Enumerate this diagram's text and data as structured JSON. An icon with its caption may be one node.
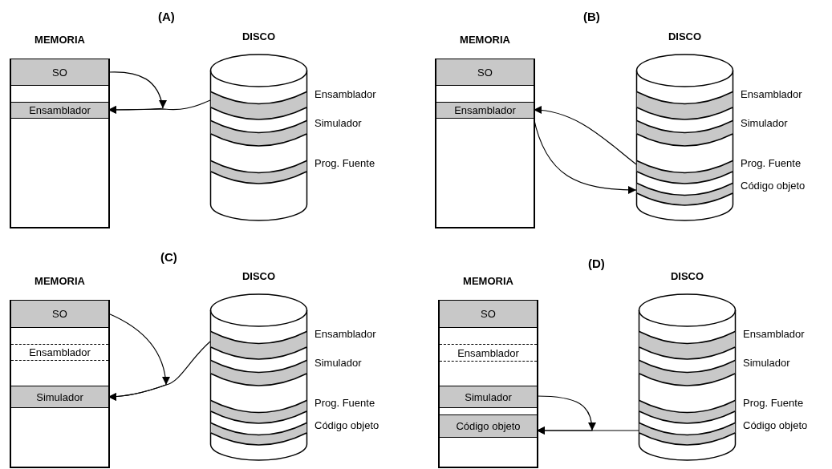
{
  "diagram": {
    "nodes": [
      {
        "text": [
          "MEMORIA"
        ]
      },
      {
        "text": [
          "SO"
        ],
        "in": 0
      },
      {
        "text": [
          "Ensamblador"
        ],
        "in": 0
      },
      {
        "text": [
          "DISCO"
        ]
      },
      {
        "text": [],
        "shape": "bar",
        "in": 3,
        "beside": [
          "Ensamblador"
        ]
      },
      {
        "text": [],
        "shape": "bar",
        "in": 3,
        "beside": [
          "Simulador"
        ]
      },
      {
        "text": [],
        "shape": "bar",
        "in": 3,
        "beside": [
          "Prog. Fuente"
        ]
      },
      {
        "text": [
          "MEMORIA"
        ]
      },
      {
        "text": [
          "SO"
        ],
        "in": 7
      },
      {
        "text": [
          "Ensamblador"
        ],
        "in": 7
      },
      {
        "text": [
          "DISCO"
        ]
      },
      {
        "text": [],
        "shape": "bar",
        "in": 10,
        "beside": [
          "Ensamblador"
        ]
      },
      {
        "text": [],
        "shape": "bar",
        "in": 10,
        "beside": [
          "Simulador"
        ]
      },
      {
        "text": [],
        "shape": "bar",
        "in": 10,
        "beside": [
          "Prog. Fuente"
        ]
      },
      {
        "text": [],
        "shape": "bar",
        "in": 10,
        "beside": [
          "Código objeto"
        ]
      },
      {
        "text": [
          "MEMORIA"
        ]
      },
      {
        "text": [
          "SO"
        ],
        "in": 15
      },
      {
        "text": [
          "Ensamblador"
        ],
        "in": 15
      },
      {
        "text": [
          "Simulador"
        ],
        "in": 15
      },
      {
        "text": [
          "DISCO"
        ]
      },
      {
        "text": [],
        "shape": "bar",
        "in": 19,
        "beside": [
          "Ensamblador"
        ]
      },
      {
        "text": [],
        "shape": "bar",
        "in": 19,
        "beside": [
          "Simulador"
        ]
      },
      {
        "text": [],
        "shape": "bar",
        "in": 19,
        "beside": [
          "Prog. Fuente"
        ]
      },
      {
        "text": [],
        "shape": "bar",
        "in": 19,
        "beside": [
          "Código objeto"
        ]
      },
      {
        "text": [
          "MEMORIA"
        ]
      },
      {
        "text": [
          "SO"
        ],
        "in": 24
      },
      {
        "text": [
          "Ensamblador"
        ],
        "in": 24
      },
      {
        "text": [
          "Simulador"
        ],
        "in": 24
      },
      {
        "text": [
          "Código objeto"
        ],
        "in": 24
      },
      {
        "text": [
          "DISCO"
        ]
      },
      {
        "text": [],
        "shape": "bar",
        "in": 29,
        "beside": [
          "Ensamblador"
        ]
      },
      {
        "text": [],
        "shape": "bar",
        "in": 29,
        "beside": [
          "Simulador"
        ]
      },
      {
        "text": [],
        "shape": "bar",
        "in": 29,
        "beside": [
          "Prog. Fuente"
        ]
      },
      {
        "text": [],
        "shape": "bar",
        "in": 29,
        "beside": [
          "Código objeto"
        ]
      }
    ],
    "edges": [
      {
        "from": 4,
        "to": 2,
        "arrow": "to"
      },
      {
        "from": 1,
        "to": 2,
        "arrow": "to"
      },
      {
        "from": 13,
        "to": 9,
        "arrow": "to"
      },
      {
        "from": 9,
        "to": 14,
        "arrow": "to"
      },
      {
        "from": 20,
        "to": 18,
        "arrow": "to"
      },
      {
        "from": 16,
        "to": 18,
        "arrow": "to"
      },
      {
        "from": 27,
        "to": 28,
        "arrow": "to"
      },
      {
        "from": 33,
        "to": 28,
        "arrow": "to"
      }
    ],
    "labels": [
      "(A)",
      "(B)",
      "(C)",
      "(D)"
    ]
  }
}
